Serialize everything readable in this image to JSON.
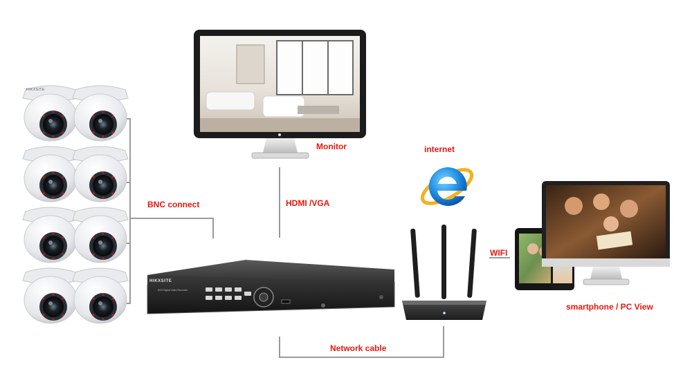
{
  "labels": {
    "monitor": "Monitor",
    "internet": "internet",
    "bnc": "BNC connect",
    "hdmi": "HDMI /VGA",
    "wifi": "WIFI",
    "network": "Network cable",
    "view": "smartphone / PC View"
  },
  "camera_brand": "HIKXSITE",
  "dvr_brand": "HIKXSITE",
  "dvr_model": "8CH Digital Video Recorder",
  "colors": {
    "label_red": "#e8160c",
    "line_gray": "#9a9a9a",
    "ie_blue": "#1f8fe6",
    "ie_ring": "#f3b21a"
  },
  "icons": {
    "internet": "internet-explorer-icon"
  }
}
